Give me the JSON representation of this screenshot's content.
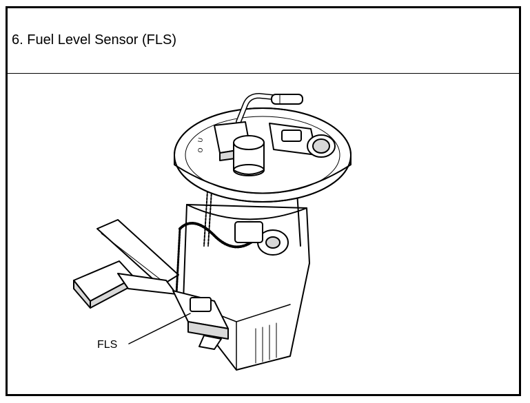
{
  "title": "6. Fuel Level Sensor (FLS)",
  "callout_label": "FLS",
  "colors": {
    "border": "#000000",
    "line": "#000000",
    "background": "#ffffff",
    "shade": "#d8d8d8"
  },
  "icons": {
    "illustration": "fuel-pump-assembly-drawing"
  }
}
